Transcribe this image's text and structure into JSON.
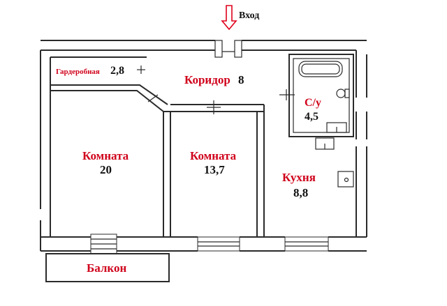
{
  "entrance": {
    "label": "Вход",
    "arrow_color": "#e0001b"
  },
  "rooms": {
    "wardrobe": {
      "name": "Гардеробная",
      "area": "2,8"
    },
    "corridor": {
      "name": "Коридор",
      "area": "8"
    },
    "bathroom": {
      "name": "С/у",
      "area": "4,5"
    },
    "room1": {
      "name": "Комната",
      "area": "20"
    },
    "room2": {
      "name": "Комната",
      "area": "13,7"
    },
    "kitchen": {
      "name": "Кухня",
      "area": "8,8"
    },
    "balcony": {
      "name": "Балкон"
    }
  },
  "colors": {
    "label_red": "#d0021b",
    "area_black": "#111111",
    "walls": "#2a2a2a"
  }
}
